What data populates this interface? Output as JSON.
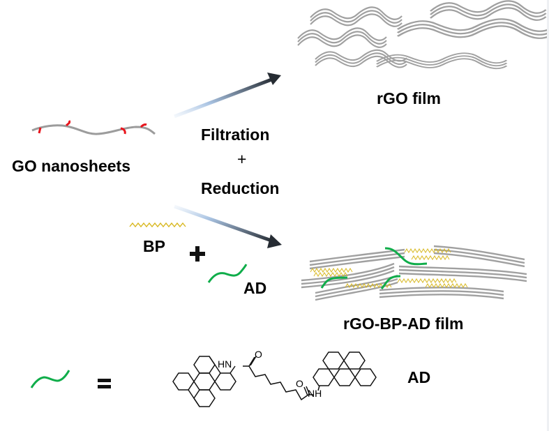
{
  "labels": {
    "go_nanosheets": "GO nanosheets",
    "process_line1": "Filtration",
    "process_plus": "+",
    "process_line2": "Reduction",
    "rgo_film": "rGO film",
    "bp": "BP",
    "plus": "+",
    "ad": "AD",
    "rgo_bp_ad_film": "rGO-BP-AD film",
    "equals": "=",
    "ad_legend": "AD"
  },
  "molecule": {
    "name": "AD",
    "atoms": {
      "hn_left": "HN",
      "o_left": "O",
      "o_right": "O",
      "nh_right": "NH"
    }
  },
  "colors": {
    "sheet_gray": "#9a9a9a",
    "oxygen_group_red": "#e8141c",
    "ad_green": "#0fad4a",
    "bp_yellow": "#d8b820",
    "arrow_start": "#b8d0ea",
    "arrow_end": "#2a3038"
  }
}
